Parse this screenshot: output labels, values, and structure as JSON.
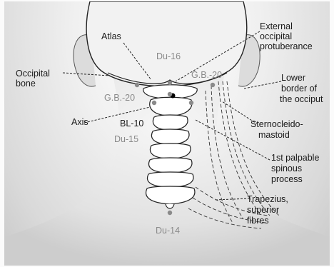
{
  "labels": {
    "atlas": "Atlas",
    "occipital_bone_1": "Occipital",
    "occipital_bone_2": "bone",
    "axis": "Axis",
    "bl10": "BL-10",
    "external_1": "External",
    "external_2": "occipital",
    "external_3": "protuberance",
    "lower_1": "Lower",
    "lower_2": "border of",
    "lower_3": "the occiput",
    "scm_1": "Sternocleido-",
    "scm_2": "mastoid",
    "first_1": "1st palpable",
    "first_2": "spinous",
    "first_3": "process",
    "trap_1": "Trapezius,",
    "trap_2": "superior",
    "trap_3": "fibres"
  },
  "points": {
    "du16": "Du-16",
    "gb20_right": "G.B.-20",
    "gb20_left": "G.B.-20",
    "du15": "Du-15",
    "du14": "Du-14"
  },
  "colors": {
    "point_marker": "#8a8a8a",
    "line": "#222222",
    "skin_light": "#f4f4f4",
    "skin_shade": "#cfcfcf"
  }
}
